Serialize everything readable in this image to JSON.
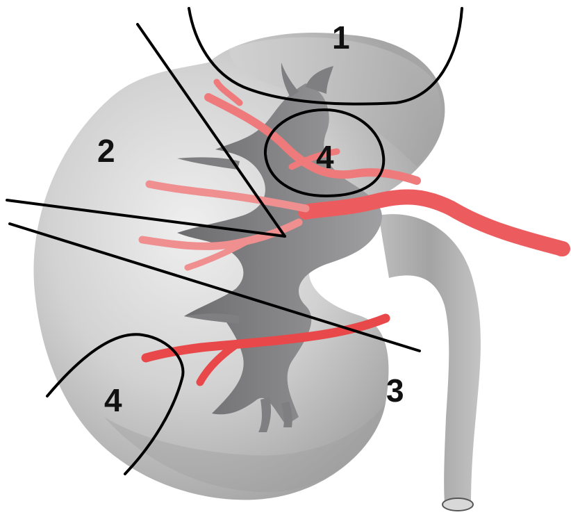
{
  "labels": {
    "region_1": "1",
    "region_2": "2",
    "region_3": "3",
    "region_4_upper": "4",
    "region_4_lower": "4"
  },
  "colors": {
    "kidney_shade": "#a9a9a9",
    "kidney_light": "#e6e6e6",
    "pelvis": "#7d7d7f",
    "ureter": "#b3b3b3",
    "artery": "#e8484a",
    "artery_pale": "#ef8f90",
    "outline": "#000000",
    "label": "#111111"
  }
}
